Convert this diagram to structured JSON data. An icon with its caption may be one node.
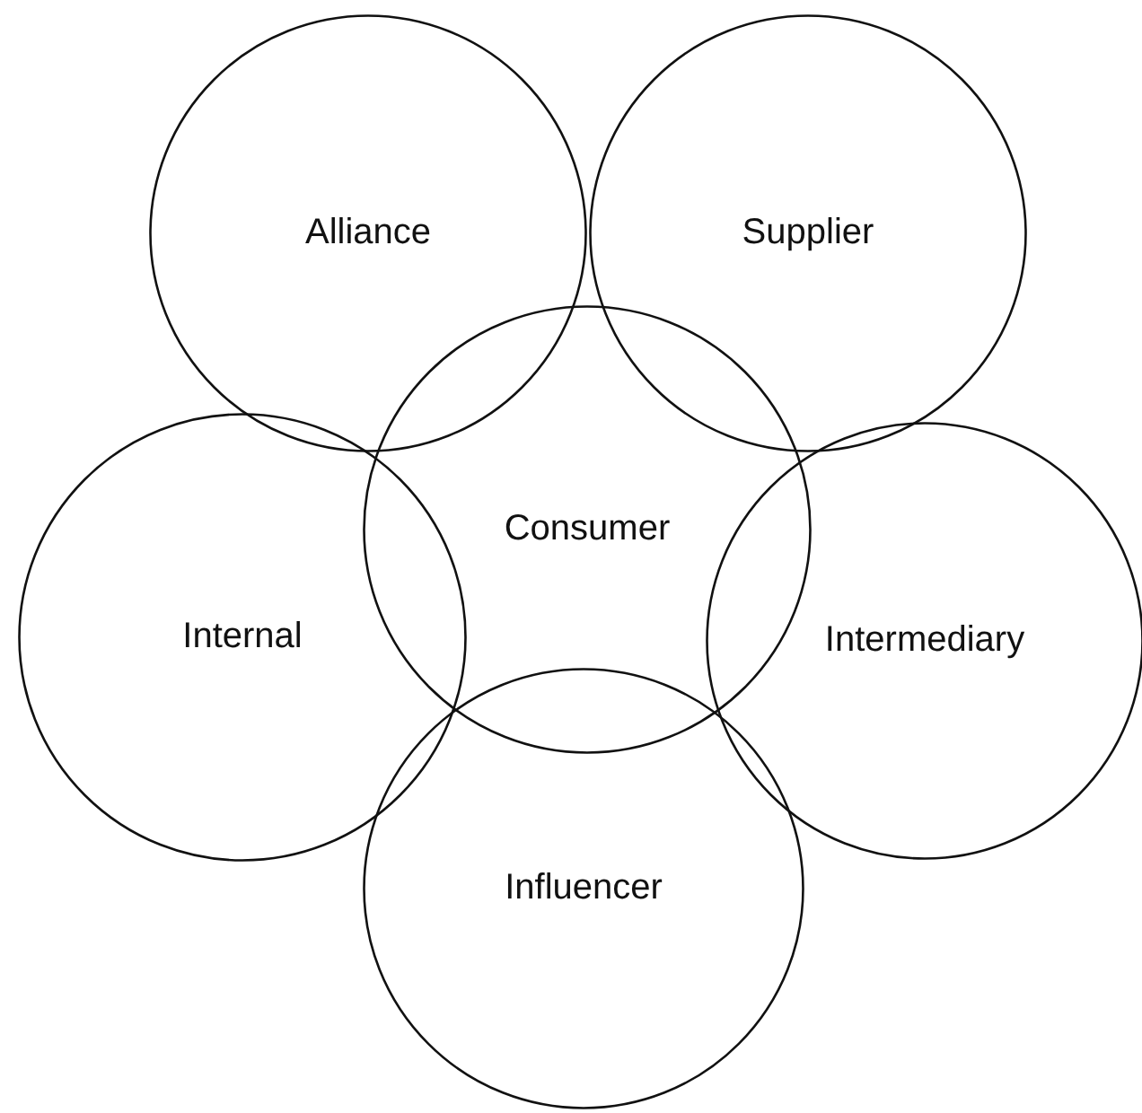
{
  "diagram": {
    "nodes": [
      {
        "text": [
          "Alliance"
        ]
      },
      {
        "text": [
          "Supplier"
        ]
      },
      {
        "text": [
          "Consumer"
        ]
      },
      {
        "text": [
          "Internal"
        ]
      },
      {
        "text": [
          "Intermediary"
        ]
      },
      {
        "text": [
          "Influencer"
        ]
      }
    ]
  }
}
